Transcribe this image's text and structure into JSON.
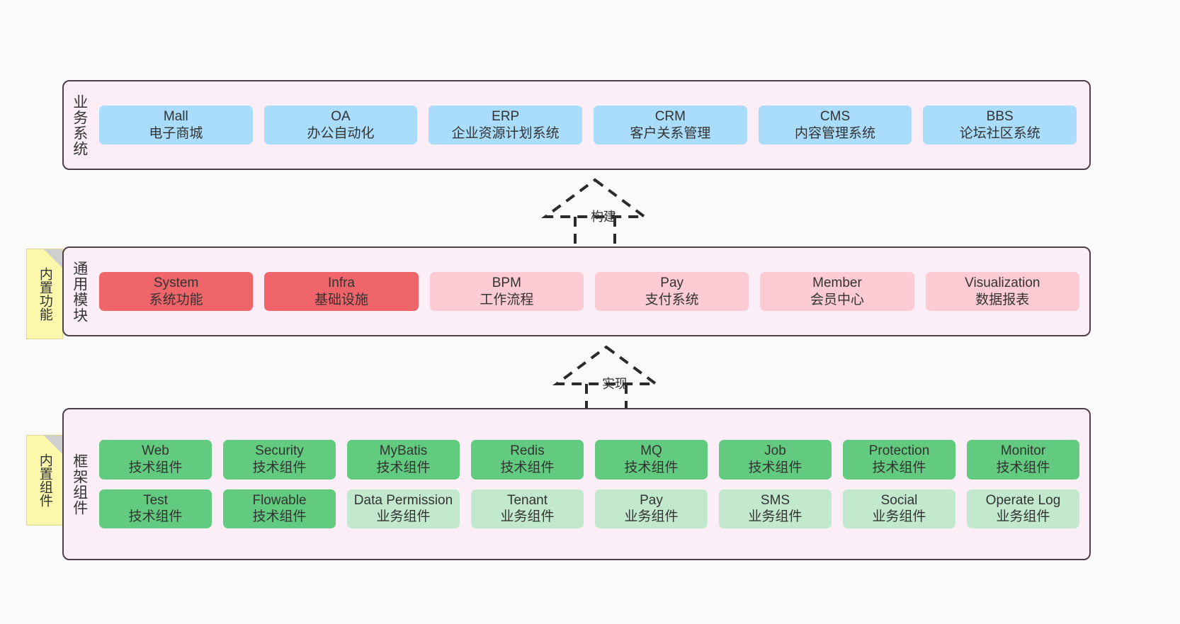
{
  "diagram": {
    "background": "#fafafa",
    "layer_fill": "#fbeef6",
    "layer_border": "#4d4049",
    "sticky_fill": "#fbf8ac",
    "colors": {
      "business_card": "#aadcfb",
      "module_primary": "#f0656a",
      "module_secondary": "#fccbd3",
      "component_tech": "#63cb7f",
      "component_business": "#c2e9ce"
    }
  },
  "layers": {
    "business": {
      "title": "业务系统",
      "cards": [
        {
          "en": "Mall",
          "cn": "电子商城"
        },
        {
          "en": "OA",
          "cn": "办公自动化"
        },
        {
          "en": "ERP",
          "cn": "企业资源计划系统"
        },
        {
          "en": "CRM",
          "cn": "客户关系管理"
        },
        {
          "en": "CMS",
          "cn": "内容管理系统"
        },
        {
          "en": "BBS",
          "cn": "论坛社区系统"
        }
      ]
    },
    "common": {
      "title": "通用模块",
      "sticky": "内置功能",
      "cards": [
        {
          "en": "System",
          "cn": "系统功能",
          "variant": "red-strong"
        },
        {
          "en": "Infra",
          "cn": "基础设施",
          "variant": "red-strong"
        },
        {
          "en": "BPM",
          "cn": "工作流程",
          "variant": "red-light"
        },
        {
          "en": "Pay",
          "cn": "支付系统",
          "variant": "red-light"
        },
        {
          "en": "Member",
          "cn": "会员中心",
          "variant": "red-light"
        },
        {
          "en": "Visualization",
          "cn": "数据报表",
          "variant": "red-light"
        }
      ]
    },
    "framework": {
      "title": "框架组件",
      "sticky": "内置组件",
      "row1": [
        {
          "en": "Web",
          "cn": "技术组件",
          "variant": "green-strong"
        },
        {
          "en": "Security",
          "cn": "技术组件",
          "variant": "green-strong"
        },
        {
          "en": "MyBatis",
          "cn": "技术组件",
          "variant": "green-strong"
        },
        {
          "en": "Redis",
          "cn": "技术组件",
          "variant": "green-strong"
        },
        {
          "en": "MQ",
          "cn": "技术组件",
          "variant": "green-strong"
        },
        {
          "en": "Job",
          "cn": "技术组件",
          "variant": "green-strong"
        },
        {
          "en": "Protection",
          "cn": "技术组件",
          "variant": "green-strong"
        },
        {
          "en": "Monitor",
          "cn": "技术组件",
          "variant": "green-strong"
        }
      ],
      "row2": [
        {
          "en": "Test",
          "cn": "技术组件",
          "variant": "green-strong"
        },
        {
          "en": "Flowable",
          "cn": "技术组件",
          "variant": "green-strong"
        },
        {
          "en": "Data Permission",
          "cn": "业务组件",
          "variant": "green-light",
          "wrap": true
        },
        {
          "en": "Tenant",
          "cn": "业务组件",
          "variant": "green-light"
        },
        {
          "en": "Pay",
          "cn": "业务组件",
          "variant": "green-light"
        },
        {
          "en": "SMS",
          "cn": "业务组件",
          "variant": "green-light"
        },
        {
          "en": "Social",
          "cn": "业务组件",
          "variant": "green-light"
        },
        {
          "en": "Operate Log",
          "cn": "业务组件",
          "variant": "green-light"
        }
      ]
    }
  },
  "connectors": {
    "build": {
      "label": "构建",
      "style": "dashed-generalization-up"
    },
    "implement": {
      "label": "实现",
      "style": "dashed-generalization-up"
    }
  }
}
